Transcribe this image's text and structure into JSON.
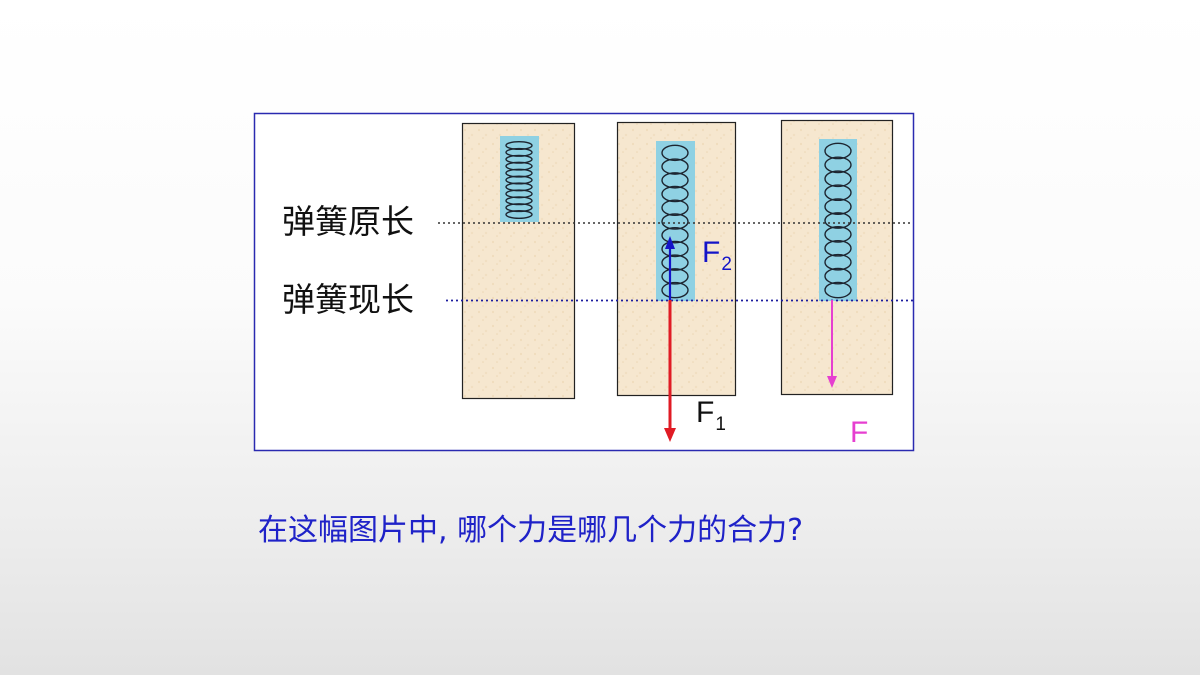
{
  "labels": {
    "original_length": "弹簧原长",
    "current_length": "弹簧现长"
  },
  "forces": {
    "f2": {
      "main": "F",
      "sub": "2",
      "color": "#1414c8"
    },
    "f1": {
      "main": "F",
      "sub": "1",
      "color": "#e01b24"
    },
    "f": {
      "main": "F",
      "color": "#e63fd0"
    }
  },
  "question": "在这幅图片中, 哪个力是哪几个力的合力?",
  "colors": {
    "frame_border": "#2a2ab0",
    "panel_fill": "#f6e7cf",
    "spring_bg": "#8fd1e3",
    "dotted_line": "#1c1c9e"
  }
}
